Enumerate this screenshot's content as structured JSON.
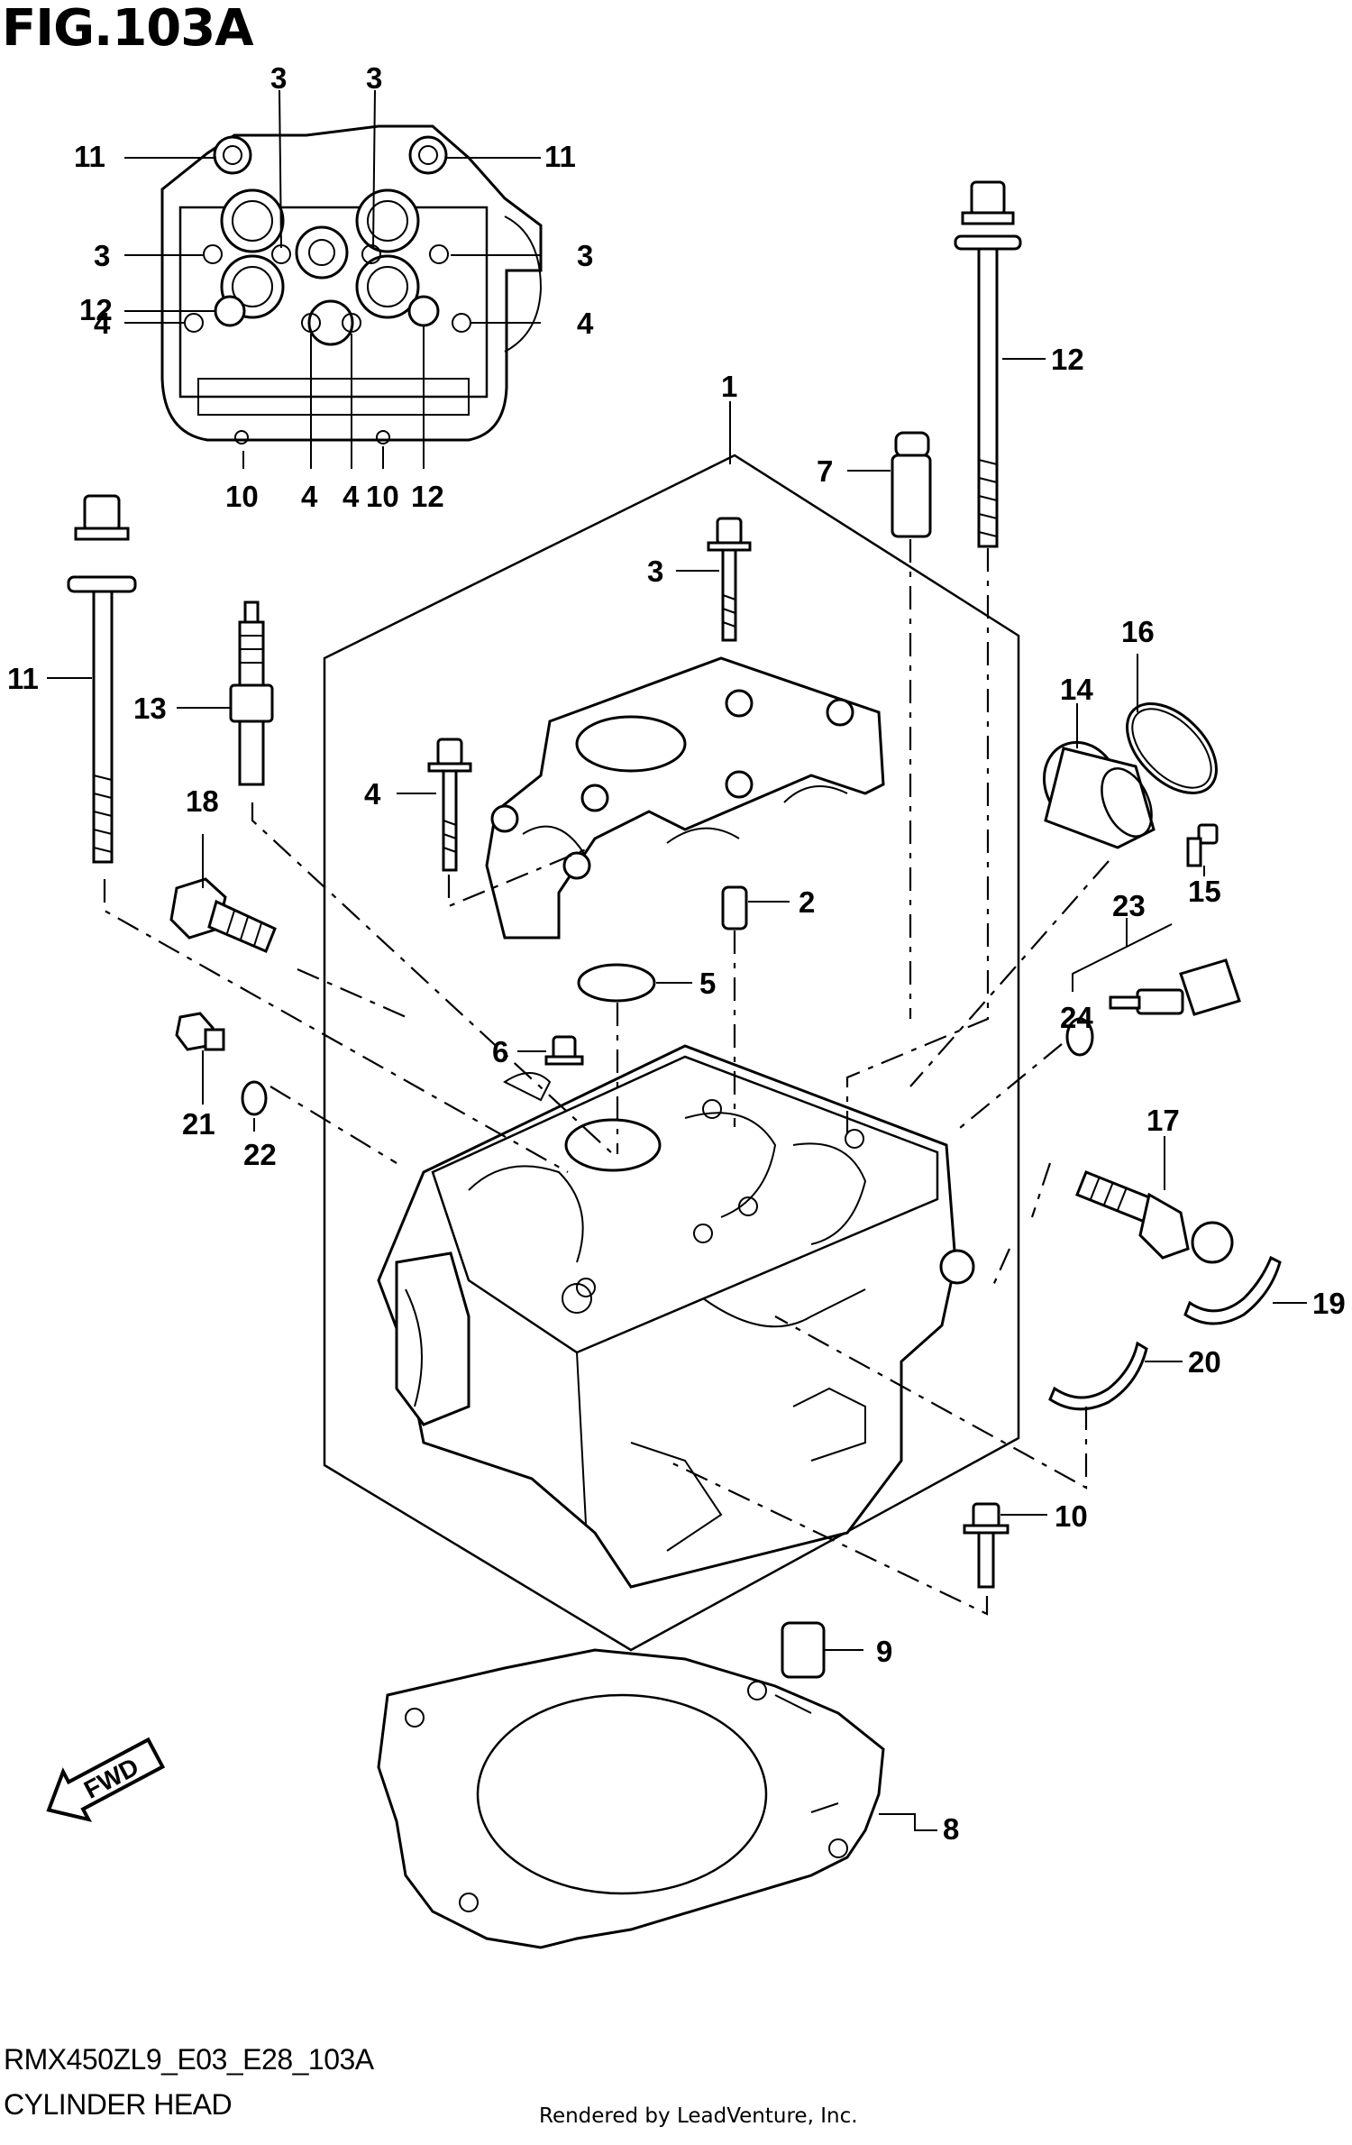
{
  "figure": {
    "title": "FIG.103A",
    "code": "RMX450ZL9_E03_E28_103A",
    "name": "CYLINDER HEAD",
    "credit": "Rendered by LeadVenture, Inc.",
    "direction_label": "FWD"
  },
  "callouts": {
    "top_3a": "3",
    "top_3b": "3",
    "top_11l": "11",
    "top_11r": "11",
    "top_3c": "3",
    "top_3d": "3",
    "top_12": "12",
    "top_4l": "4",
    "top_4r": "4",
    "top_10a": "10",
    "top_4b": "4",
    "top_4c": "4",
    "top_10b": "10",
    "top_12b": "12",
    "c1": "1",
    "c2": "2",
    "c3": "3",
    "c4": "4",
    "c5": "5",
    "c6": "6",
    "c7": "7",
    "c8": "8",
    "c9": "9",
    "c10": "10",
    "c11": "11",
    "c12": "12",
    "c13": "13",
    "c14": "14",
    "c15": "15",
    "c16": "16",
    "c17": "17",
    "c18": "18",
    "c19": "19",
    "c20": "20",
    "c21": "21",
    "c22": "22",
    "c23": "23",
    "c24": "24"
  },
  "colors": {
    "ink": "#000000",
    "paper": "#ffffff"
  }
}
